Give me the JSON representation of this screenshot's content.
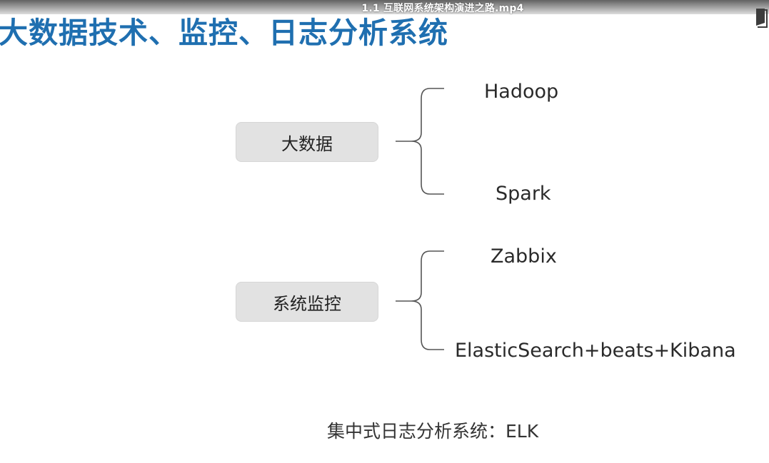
{
  "video_overlay": {
    "filename": "1.1 互联网系统架构演进之路.mp4",
    "corner_icon": "bookmark-icon"
  },
  "slide": {
    "title": "大数据技术、监控、日志分析系统",
    "groups": [
      {
        "category": "大数据",
        "items": [
          "Hadoop",
          "Spark"
        ]
      },
      {
        "category": "系统监控",
        "items": [
          "Zabbix",
          "ElasticSearch+beats+Kibana"
        ]
      }
    ],
    "footer": "集中式日志分析系统：ELK"
  },
  "colors": {
    "title": "#1f6fb0",
    "box_fill": "#e2e2e2",
    "text": "#2a2a2a"
  }
}
